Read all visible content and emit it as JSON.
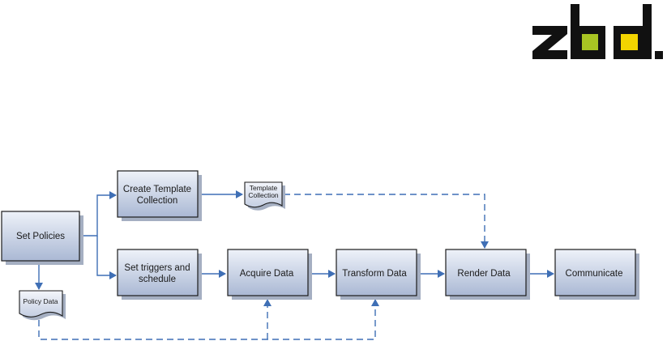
{
  "logo": {
    "text": "zbd.",
    "colors": {
      "dark": "#111111",
      "green": "#a8c423",
      "yellow": "#f3d500"
    }
  },
  "nodes": {
    "set_policies": {
      "label": "Set Policies"
    },
    "create_template": {
      "label_line1": "Create Template",
      "label_line2": "Collection"
    },
    "set_triggers": {
      "label_line1": "Set triggers and",
      "label_line2": "schedule"
    },
    "acquire": {
      "label": "Acquire Data"
    },
    "transform": {
      "label": "Transform Data"
    },
    "render": {
      "label": "Render Data"
    },
    "communicate": {
      "label": "Communicate"
    }
  },
  "documents": {
    "template_collection": {
      "label_line1": "Template",
      "label_line2": "Collection"
    },
    "policy_data": {
      "label": "Policy Data"
    }
  },
  "colors": {
    "box_top": "#e9eef7",
    "box_bottom": "#aebbd6",
    "box_border": "#1c1c1c",
    "shadow": "#9aa5b8",
    "arrow": "#3f6fb5"
  }
}
